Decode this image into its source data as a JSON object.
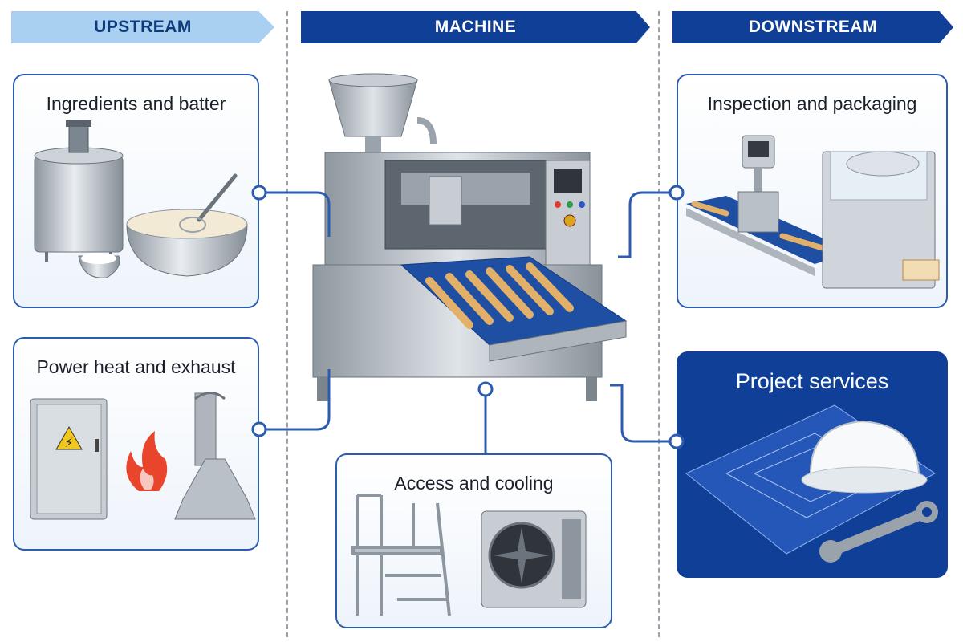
{
  "banners": {
    "upstream": "UPSTREAM",
    "machine": "MACHINE",
    "downstream": "DOWNSTREAM"
  },
  "cards": {
    "ingredients": {
      "title": "Ingredients and batter"
    },
    "power": {
      "title": "Power heat and exhaust"
    },
    "access": {
      "title": "Access and cooling"
    },
    "inspection": {
      "title": "Inspection and packaging"
    },
    "services": {
      "title": "Project services"
    }
  },
  "colors": {
    "brand_blue": "#0f3f97",
    "light_blue": "#a9d0f0",
    "border_blue": "#2c5cb0",
    "steel": "#b9c0c8",
    "flame": "#e8452c",
    "wafer": "#e3b06a"
  },
  "icons": [
    "mixer-tank-icon",
    "batter-bowl-icon",
    "whisk-icon",
    "electrical-cabinet-icon",
    "flame-icon",
    "exhaust-hood-icon",
    "platform-stairs-icon",
    "cooling-unit-icon",
    "inspection-conveyor-icon",
    "packaging-machine-icon",
    "blueprint-icon",
    "hard-hat-icon",
    "wrench-icon",
    "wafer-roll-machine-icon"
  ]
}
